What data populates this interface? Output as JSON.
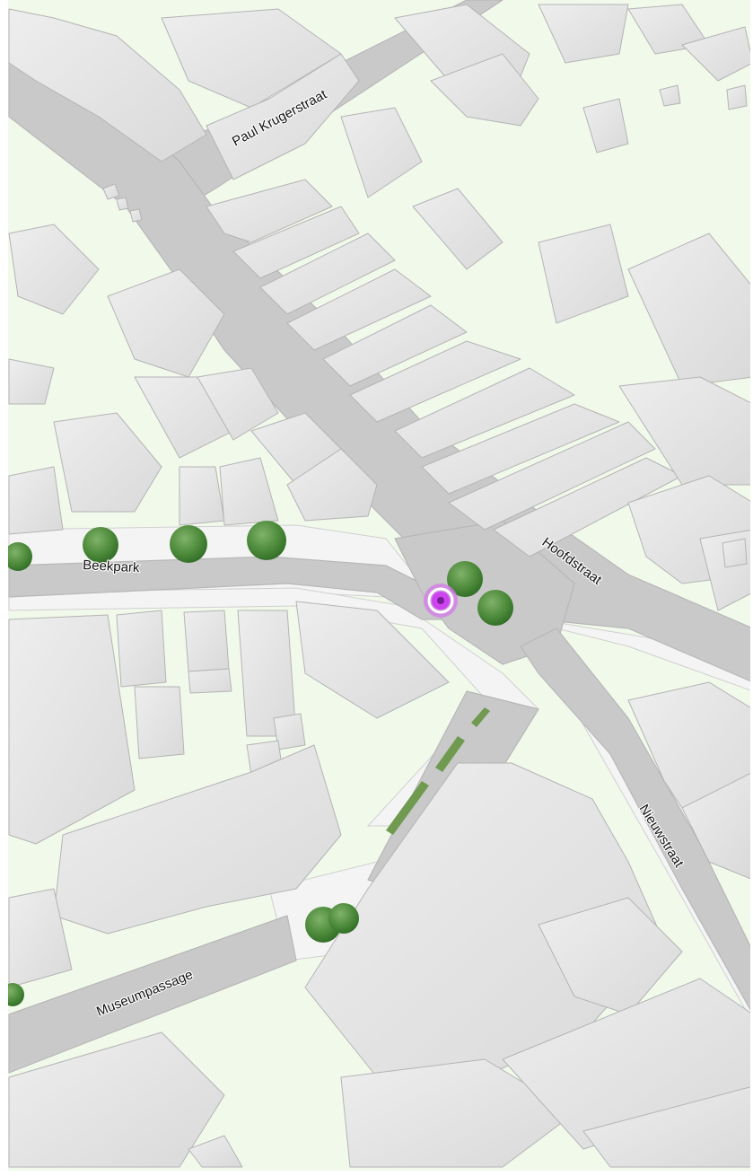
{
  "map": {
    "colors": {
      "land": "#f1f9eb",
      "pavement": "#f5f5f5",
      "road": "#c9c9c9",
      "road_edge": "#b7b7b7",
      "building": "#e3e3e3",
      "building_edge": "#b4b4b4",
      "tree": "#4d8a3a",
      "tree_dark": "#2f6b26",
      "green_strip": "#6f9a4f",
      "marker": "#cc44ee",
      "marker_inner": "#a52acb",
      "frame": "#ffffff"
    },
    "streets": {
      "paul_krugerstraat": "Paul Krugerstraat",
      "hoofdstraat": "Hoofdstraat",
      "beekpark": "Beekpark",
      "nieuwstraat": "Nieuwstraat",
      "museumpassage": "Museumpassage"
    },
    "marker": {
      "icon": "location-marker-icon"
    }
  }
}
